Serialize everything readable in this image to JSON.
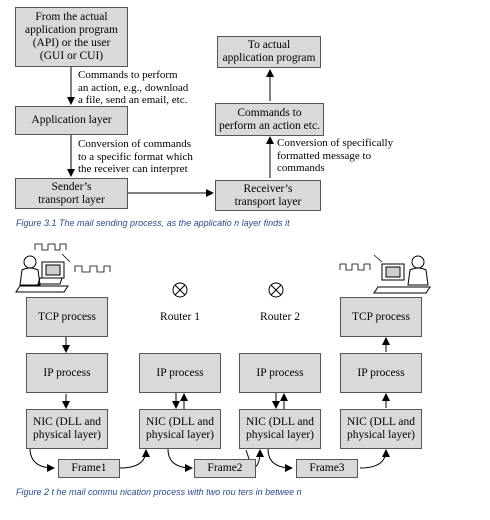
{
  "figure1": {
    "box_source": "From the actual\napplication program\n(API) or the user\n(GUI or CUI)",
    "label_commands_perform": "Commands to perform\nan action, e.g., download\na file, send an email, etc.",
    "box_app_layer": "Application layer",
    "label_conversion": "Conversion of commands\nto a specific format which\nthe receiver can interpret",
    "box_sender": "Sender’s\ntransport layer",
    "box_receiver": "Receiver’s\ntransport layer",
    "label_conversion_specific": "Conversion of specifically\nformatted message to\ncommands",
    "box_commands_to_perform": "Commands to\nperform an action etc.",
    "box_to_actual": "To actual\napplication program",
    "caption": "Figure 3.1 The mail sending process, as the applicatio n layer finds it"
  },
  "figure2": {
    "routers": [
      "Router 1",
      "Router 2"
    ],
    "tcp_process": "TCP process",
    "ip_process": "IP process",
    "nic": "NIC (DLL and\nphysical layer)",
    "frames": [
      "Frame1",
      "Frame2",
      "Frame3"
    ],
    "caption": "Figure 2 t he mail commu nication process with two rou ters in betwee n"
  },
  "colors": {
    "box_fill": "#d9d9d9",
    "caption": "#2c4c8c"
  }
}
